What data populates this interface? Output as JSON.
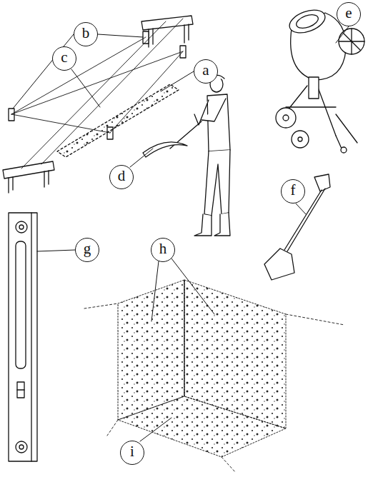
{
  "diagram": {
    "nodes": [
      {
        "text": [
          "e"
        ]
      },
      {
        "text": [
          "b"
        ]
      },
      {
        "text": [
          "c"
        ]
      },
      {
        "text": [
          "a"
        ]
      },
      {
        "text": [
          "d"
        ]
      },
      {
        "text": [
          "f"
        ]
      },
      {
        "text": [
          "g"
        ]
      },
      {
        "text": [
          "h"
        ]
      },
      {
        "text": [
          "i"
        ]
      }
    ]
  }
}
